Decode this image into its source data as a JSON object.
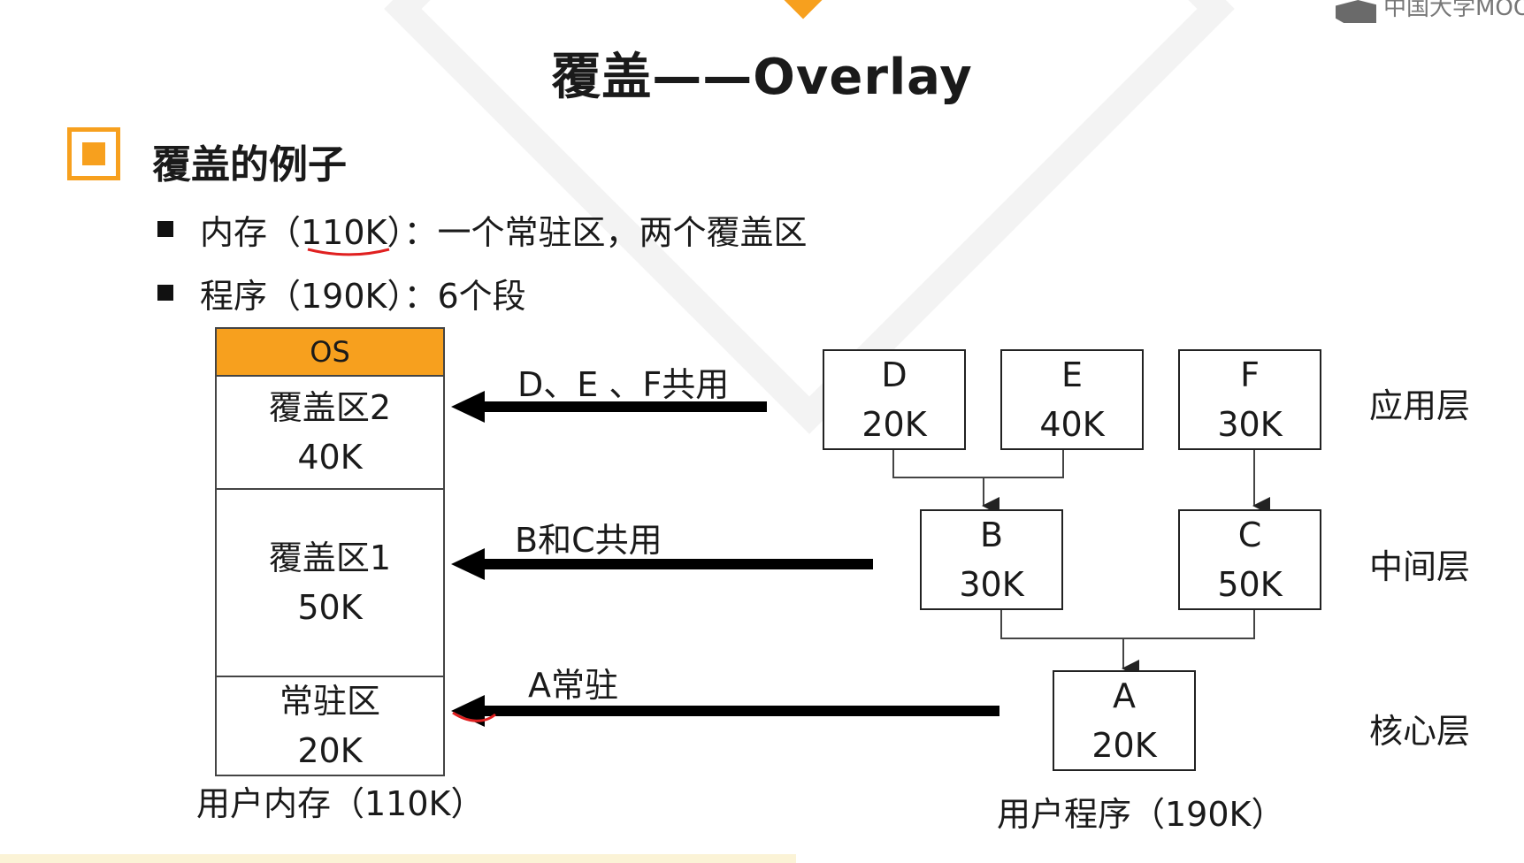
{
  "logo": {
    "text": "中国大学MOOC"
  },
  "title": "覆盖——Overlay",
  "section": {
    "title": "覆盖的例子"
  },
  "bullets": [
    {
      "text": "内存（110K）：一个常驻区，两个覆盖区"
    },
    {
      "text": "程序（190K）：6个段"
    }
  ],
  "memory": {
    "os": {
      "name": "OS"
    },
    "overlay2": {
      "name": "覆盖区2",
      "size": "40K"
    },
    "overlay1": {
      "name": "覆盖区1",
      "size": "50K"
    },
    "resident": {
      "name": "常驻区",
      "size": "20K"
    },
    "caption": "用户内存（110K）"
  },
  "arrows": {
    "top": "D、E 、F共用",
    "middle": "B和C共用",
    "bottom": "A常驻"
  },
  "segments": {
    "D": {
      "name": "D",
      "size": "20K"
    },
    "E": {
      "name": "E",
      "size": "40K"
    },
    "F": {
      "name": "F",
      "size": "30K"
    },
    "B": {
      "name": "B",
      "size": "30K"
    },
    "C": {
      "name": "C",
      "size": "50K"
    },
    "A": {
      "name": "A",
      "size": "20K"
    }
  },
  "layers": {
    "app": "应用层",
    "middle": "中间层",
    "core": "核心层"
  },
  "program_caption": "用户程序（190K）",
  "colors": {
    "accent": "#f7a01e",
    "annotation": "#e02020"
  }
}
